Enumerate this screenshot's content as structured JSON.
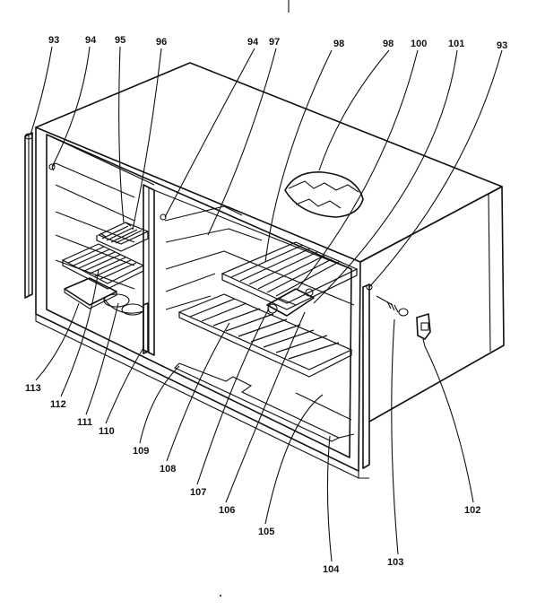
{
  "callouts": [
    {
      "id": "c93a",
      "text": "93"
    },
    {
      "id": "c94a",
      "text": "94"
    },
    {
      "id": "c95",
      "text": "95"
    },
    {
      "id": "c96",
      "text": "96"
    },
    {
      "id": "c94b",
      "text": "94"
    },
    {
      "id": "c97",
      "text": "97"
    },
    {
      "id": "c98a",
      "text": "98"
    },
    {
      "id": "c98b",
      "text": "98"
    },
    {
      "id": "c100",
      "text": "100"
    },
    {
      "id": "c101",
      "text": "101"
    },
    {
      "id": "c93b",
      "text": "93"
    },
    {
      "id": "c113",
      "text": "113"
    },
    {
      "id": "c112",
      "text": "112"
    },
    {
      "id": "c111",
      "text": "111"
    },
    {
      "id": "c110",
      "text": "110"
    },
    {
      "id": "c109",
      "text": "109"
    },
    {
      "id": "c108a",
      "text": "108"
    },
    {
      "id": "c107",
      "text": "107"
    },
    {
      "id": "c106",
      "text": "106"
    },
    {
      "id": "c105",
      "text": "105"
    },
    {
      "id": "c104",
      "text": "104"
    },
    {
      "id": "c103",
      "text": "103"
    },
    {
      "id": "c102",
      "text": "102"
    }
  ]
}
